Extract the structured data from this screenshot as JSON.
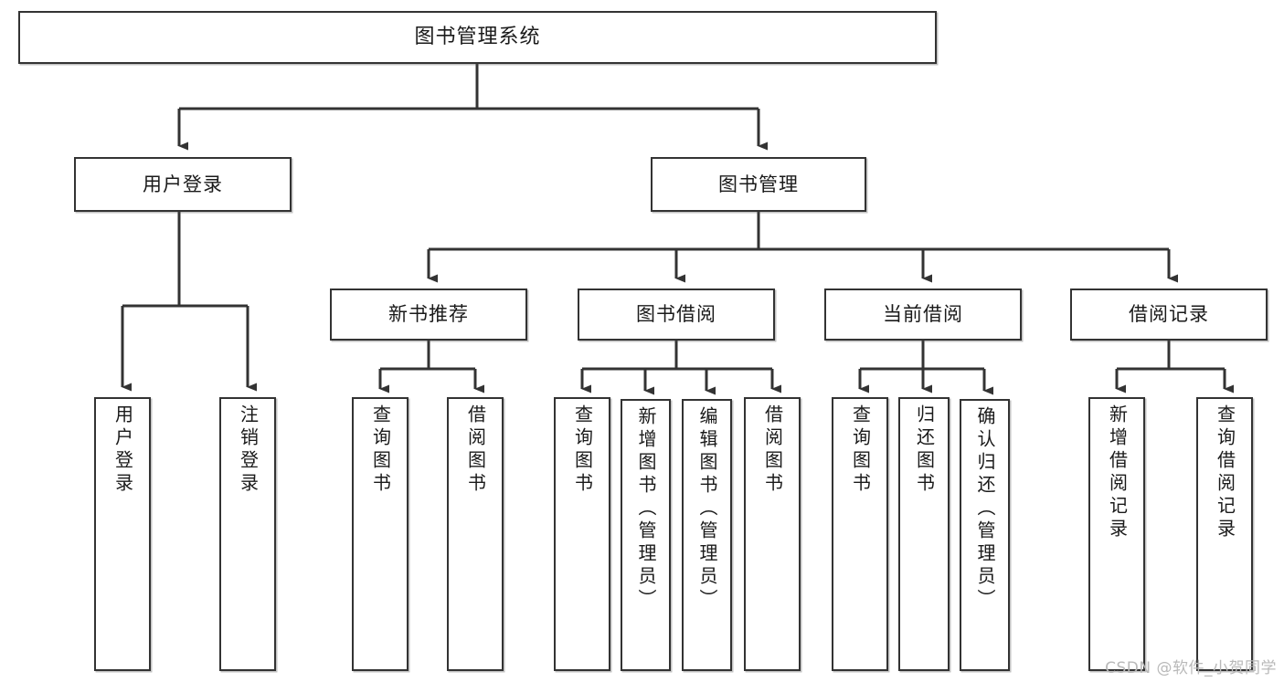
{
  "diagram": {
    "type": "tree",
    "title": "图书管理系统",
    "colors": {
      "box_border": "#333333",
      "box_fill": "#ffffff",
      "connector": "#333333",
      "text": "#1a1a1a",
      "watermark": "#b9b9b9"
    },
    "nodes": {
      "root": {
        "label": "图书管理系统"
      },
      "level2": [
        {
          "label": "用户登录"
        },
        {
          "label": "图书管理"
        }
      ],
      "level3": [
        {
          "label": "新书推荐"
        },
        {
          "label": "图书借阅"
        },
        {
          "label": "当前借阅"
        },
        {
          "label": "借阅记录"
        }
      ],
      "leaves": [
        {
          "label": "用户登录",
          "parent": "用户登录"
        },
        {
          "label": "注销登录",
          "parent": "用户登录"
        },
        {
          "label": "查询图书",
          "parent": "新书推荐"
        },
        {
          "label": "借阅图书",
          "parent": "新书推荐"
        },
        {
          "label": "查询图书",
          "parent": "图书借阅"
        },
        {
          "label": "新增图书（管理员）",
          "parent": "图书借阅"
        },
        {
          "label": "编辑图书（管理员）",
          "parent": "图书借阅"
        },
        {
          "label": "借阅图书",
          "parent": "图书借阅"
        },
        {
          "label": "查询图书",
          "parent": "当前借阅"
        },
        {
          "label": "归还图书",
          "parent": "当前借阅"
        },
        {
          "label": "确认归还（管理员）",
          "parent": "当前借阅"
        },
        {
          "label": "新增借阅记录",
          "parent": "借阅记录"
        },
        {
          "label": "查询借阅记录",
          "parent": "借阅记录"
        }
      ]
    }
  },
  "watermark": {
    "text": "CSDN @软件_小贺同学"
  }
}
